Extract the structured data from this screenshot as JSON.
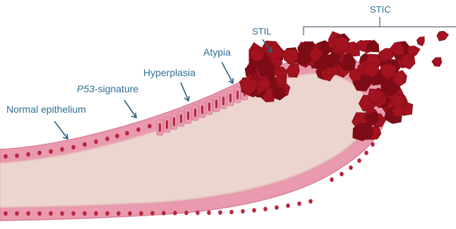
{
  "labels": {
    "normal_epithelium": "Normal epithelium",
    "p53_gene": "P53",
    "p53_suffix": "-signature",
    "hyperplasia": "Hyperplasia",
    "atypia": "Atypia",
    "stil": "STIL",
    "stic": "STIC"
  },
  "colors": {
    "label_text": "#2f6f95",
    "arrow": "#2f5f80",
    "stroma": "#ecd5cf",
    "stroma_edge": "#e6c3bc",
    "epithelium": "#e99aae",
    "epithelium_dark": "#d9839b",
    "nucleus": "#b8273d",
    "tumor": "#a3121f",
    "tumor_dark": "#7d0c17",
    "bracket": "#5a6b7a"
  }
}
